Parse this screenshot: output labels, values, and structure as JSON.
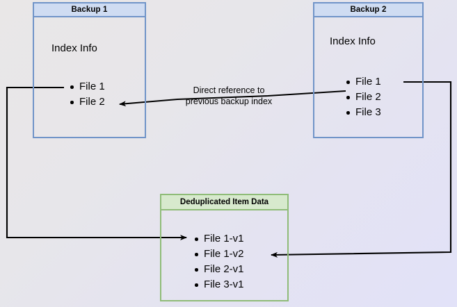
{
  "diagram": {
    "title": "Backup deduplication index reference diagram",
    "background": {
      "from_color": "#e9e7e7",
      "to_color": "#e2e2f8"
    },
    "boxes": {
      "backup1": {
        "header": "Backup 1",
        "body_title": "Index Info",
        "items": [
          "File 1",
          "File 2"
        ],
        "border_color": "#7094c8",
        "header_fill": "#cfdcf2"
      },
      "backup2": {
        "header": "Backup 2",
        "body_title": "Index Info",
        "items": [
          "File 1",
          "File 2",
          "File 3"
        ],
        "border_color": "#7094c8",
        "header_fill": "#cfdcf2"
      },
      "dedup": {
        "header": "Deduplicated Item Data",
        "items": [
          "File 1-v1",
          "File 1-v2",
          "File 2-v1",
          "File 3-v1"
        ],
        "border_color": "#8fbc78",
        "header_fill": "#d7e9cd"
      }
    },
    "labels": {
      "direct_reference_line1": "Direct reference to",
      "direct_reference_line2": "previous backup index"
    },
    "edges": {
      "color": "#000000",
      "backup2_to_backup1": "Direct reference to previous backup index",
      "backup1_to_dedup": "Backup 1 File 1 to Deduplicated File 1-v1",
      "backup2_to_dedup": "Backup 2 File 1 to Deduplicated File 1-v2"
    }
  }
}
